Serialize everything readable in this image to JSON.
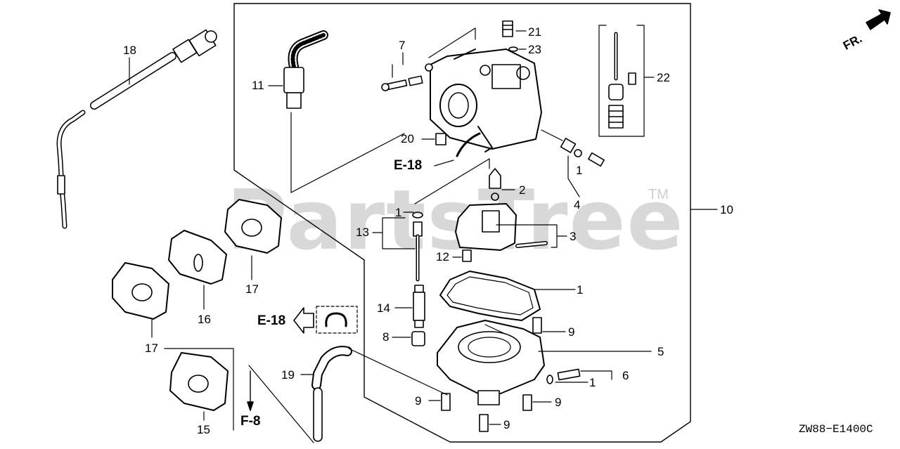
{
  "diagram": {
    "code": "ZW88−E1400C",
    "watermark": "PartsTree",
    "trademark": "TM",
    "direction_label": "FR.",
    "refs": {
      "e18_top": "E-18",
      "e18_mid": "E-18",
      "f8": "F-8"
    },
    "callouts": {
      "c1a": "1",
      "c1b": "1",
      "c1c": "1",
      "c1d": "1",
      "c2": "2",
      "c3": "3",
      "c4": "4",
      "c5": "5",
      "c6": "6",
      "c7": "7",
      "c8": "8",
      "c9a": "9",
      "c9b": "9",
      "c9c": "9",
      "c9d": "9",
      "c10": "10",
      "c11": "11",
      "c12": "12",
      "c13": "13",
      "c14": "14",
      "c15": "15",
      "c16": "16",
      "c17a": "17",
      "c17b": "17",
      "c18": "18",
      "c19": "19",
      "c20": "20",
      "c21": "21",
      "c22": "22",
      "c23": "23"
    }
  }
}
